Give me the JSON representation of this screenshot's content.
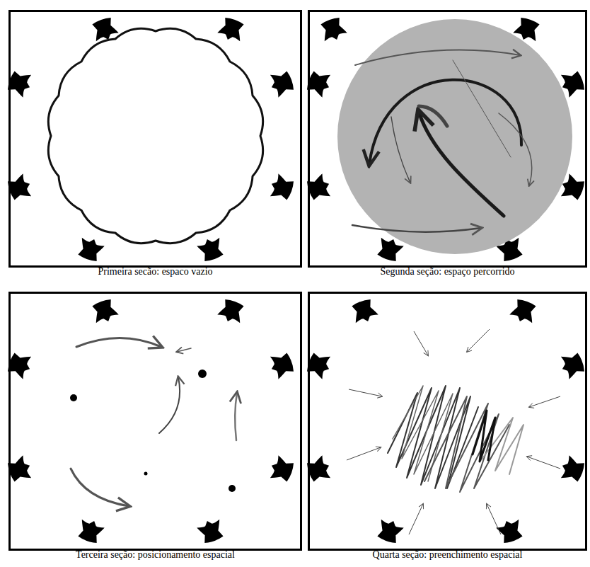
{
  "diagram": {
    "nodes": [
      {
        "text": [
          "Primeira secão: espaco vazio"
        ]
      },
      {
        "text": [
          "Segunda seção: espaço percorrido"
        ]
      },
      {
        "text": [
          "Terceira seção: posicionamento espacial"
        ]
      },
      {
        "text": [
          "Quarta seção: preenchimento espacial"
        ]
      }
    ]
  }
}
